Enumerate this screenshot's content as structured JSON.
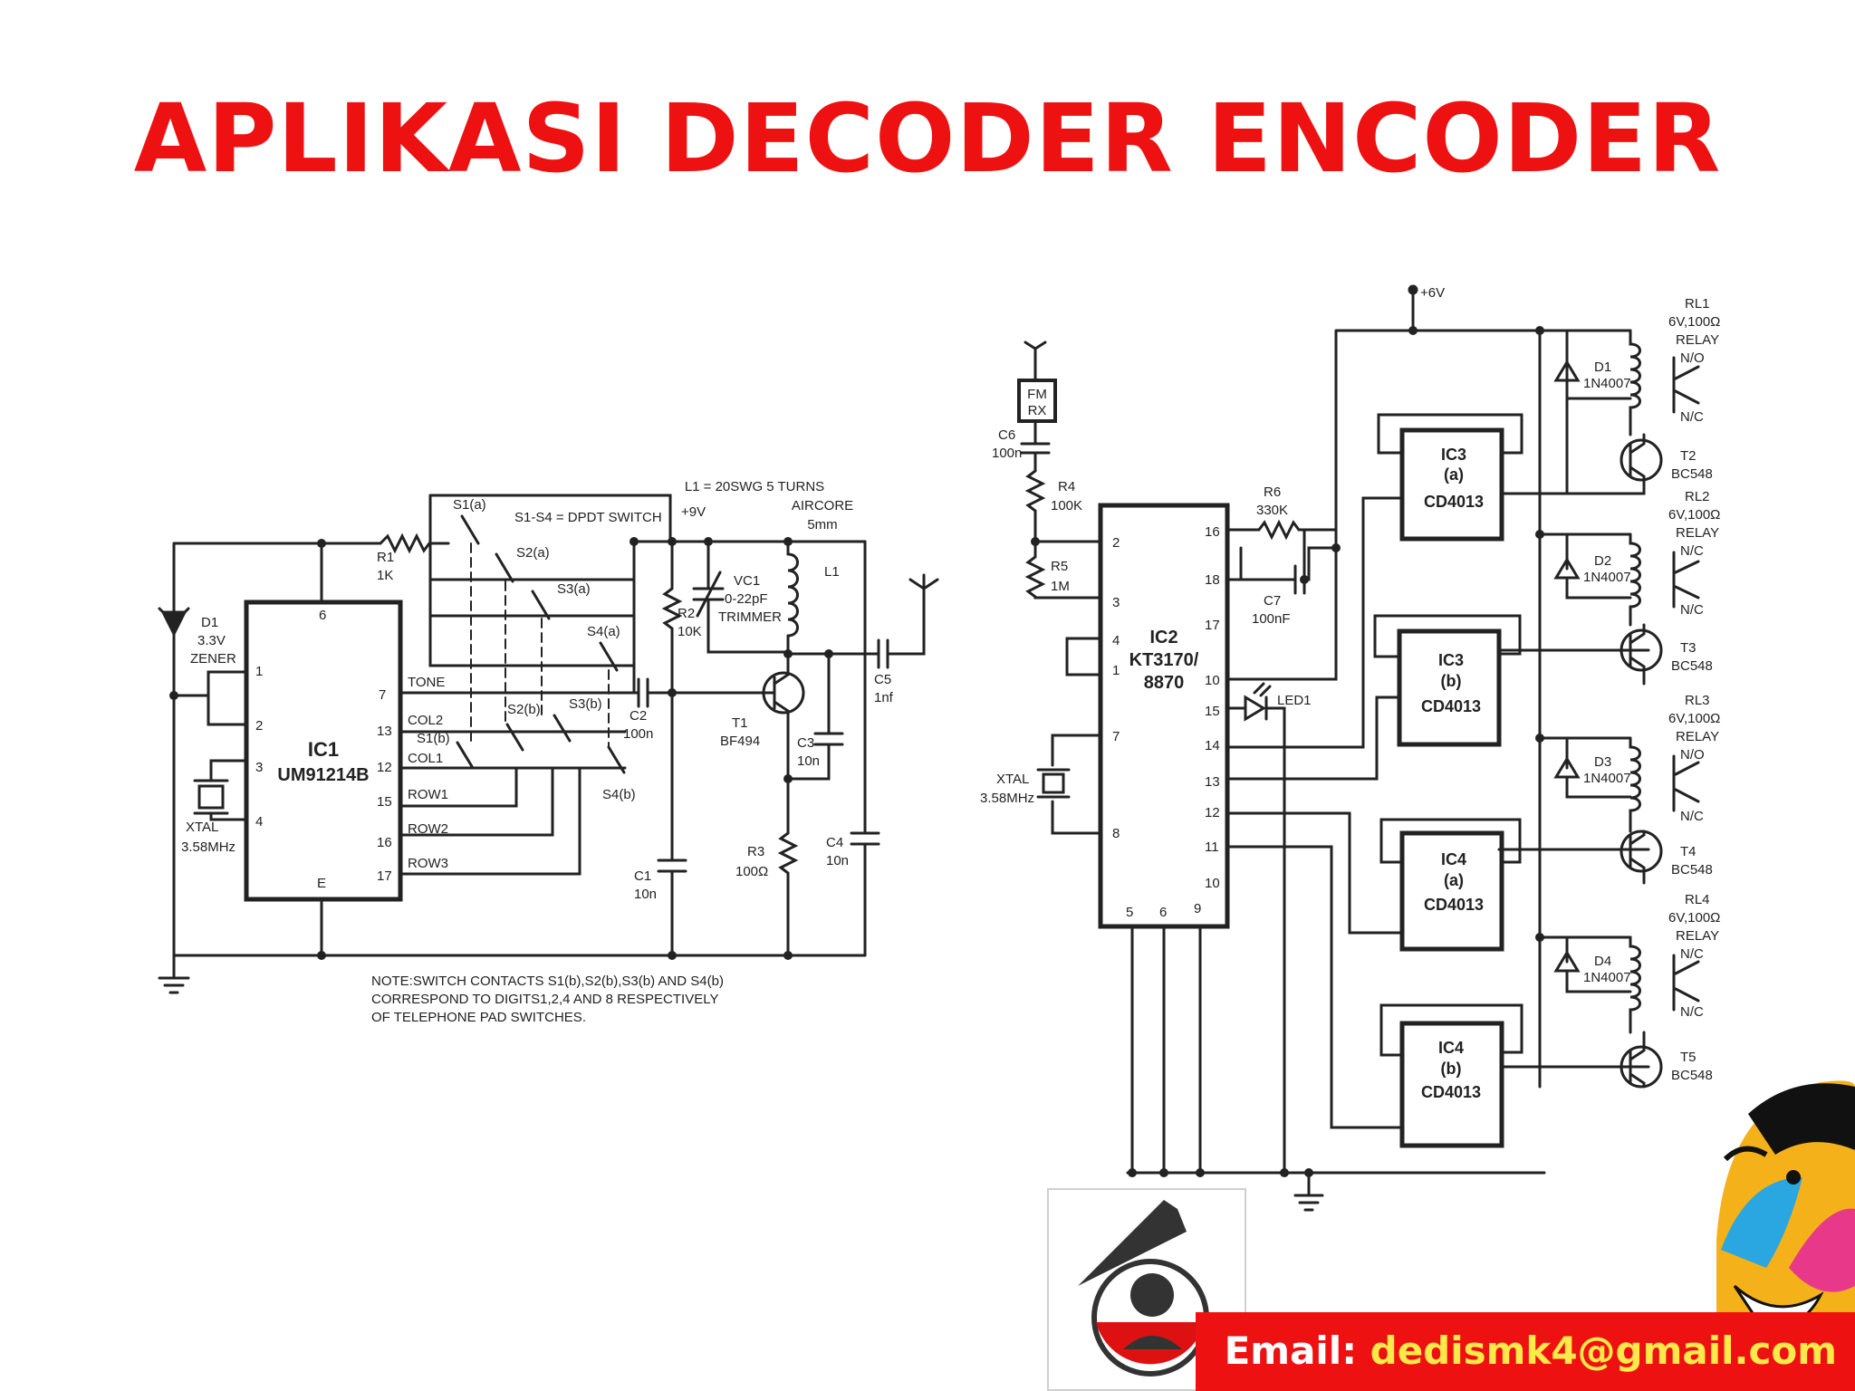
{
  "title": "APLIKASI DECODER ENCODER",
  "footer": {
    "email_label": "Email:",
    "email_address": "dedismk4@gmail.com"
  },
  "colors": {
    "title": "#ee1111",
    "footer_bg": "#ee1111",
    "footer_address": "#ffe94a"
  },
  "left_circuit": {
    "ic1": [
      "IC1",
      "UM91214B"
    ],
    "r1": [
      "R1",
      "1K"
    ],
    "d1": [
      "D1",
      "3.3V",
      "ZENER"
    ],
    "xtal": [
      "XTAL",
      "3.58MHz"
    ],
    "switch_note": "S1-S4 = DPDT SWITCH",
    "supply": "+9V",
    "l1_note": [
      "L1 = 20SWG 5 TURNS",
      "AIRCORE",
      "5mm"
    ],
    "l1": "L1",
    "vc1": [
      "VC1",
      "0-22pF",
      "TRIMMER"
    ],
    "r2": [
      "R2",
      "10K"
    ],
    "c2": [
      "C2",
      "100n"
    ],
    "c5": [
      "C5",
      "1nf"
    ],
    "t1": [
      "T1",
      "BF494"
    ],
    "c3": [
      "C3",
      "10n"
    ],
    "r3": [
      "R3",
      "100Ω"
    ],
    "c4": [
      "C4",
      "10n"
    ],
    "c1": [
      "C1",
      "10n"
    ],
    "pin_labels": [
      "TONE",
      "COL2",
      "COL1",
      "ROW1",
      "ROW2",
      "ROW3"
    ],
    "switch_labels": [
      "S1(a)",
      "S2(a)",
      "S3(a)",
      "S4(a)",
      "S1(b)",
      "S2(b)",
      "S3(b)",
      "S4(b)"
    ],
    "note": [
      "NOTE:SWITCH CONTACTS S1(b),S2(b),S3(b) AND S4(b)",
      "CORRESPOND TO DIGITS1,2,4 AND 8 RESPECTIVELY",
      "OF TELEPHONE PAD SWITCHES."
    ]
  },
  "right_circuit": {
    "supply": "+6V",
    "fm_rx": [
      "FM",
      "RX"
    ],
    "c6": [
      "C6",
      "100n"
    ],
    "r4": [
      "R4",
      "100K"
    ],
    "r5": [
      "R5",
      "1M"
    ],
    "r6": [
      "R6",
      "330K"
    ],
    "c7": [
      "C7",
      "100nF"
    ],
    "ic2": [
      "IC2",
      "KT3170/",
      "8870"
    ],
    "led": "LED1",
    "xtal": [
      "XTAL",
      "3.58MHz"
    ],
    "ics": [
      [
        "IC3",
        "(a)",
        "CD4013"
      ],
      [
        "IC3",
        "(b)",
        "CD4013"
      ],
      [
        "IC4",
        "(a)",
        "CD4013"
      ],
      [
        "IC4",
        "(b)",
        "CD4013"
      ]
    ],
    "relays": [
      [
        "RL1",
        "6V,100Ω",
        "RELAY",
        "N/O",
        "N/C"
      ],
      [
        "RL2",
        "6V,100Ω",
        "RELAY",
        "N/C",
        "N/C"
      ],
      [
        "RL3",
        "6V,100Ω",
        "RELAY",
        "N/O",
        "N/C"
      ],
      [
        "RL4",
        "6V,100Ω",
        "RELAY",
        "N/C",
        "N/C"
      ]
    ],
    "diodes": [
      [
        "D1",
        "1N4007"
      ],
      [
        "D2",
        "1N4007"
      ],
      [
        "D3",
        "1N4007"
      ],
      [
        "D4",
        "1N4007"
      ]
    ],
    "transistors": [
      [
        "T2",
        "BC548"
      ],
      [
        "T3",
        "BC548"
      ],
      [
        "T4",
        "BC548"
      ],
      [
        "T5",
        "BC548"
      ]
    ]
  }
}
